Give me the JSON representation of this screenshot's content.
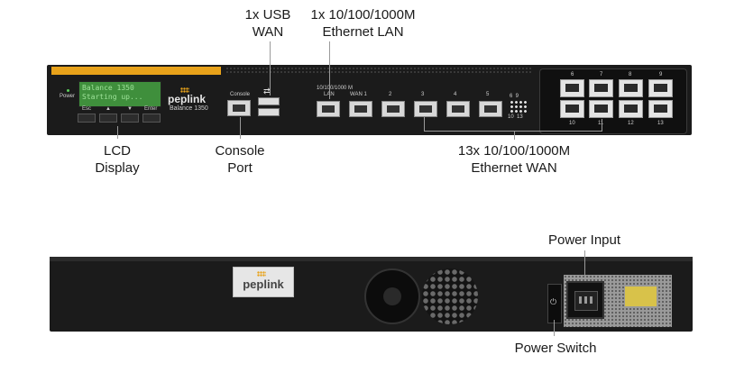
{
  "callouts": {
    "usb_wan": "1x USB\nWAN",
    "ethernet_lan": "1x 10/100/1000M\nEthernet LAN",
    "lcd_display": "LCD\nDisplay",
    "console_port": "Console\nPort",
    "ethernet_wan": "13x 10/100/1000M\nEthernet WAN",
    "power_input": "Power Input",
    "power_switch": "Power Switch"
  },
  "front_panel": {
    "brand": "peplink",
    "model": "Balance 1350",
    "power_label": "Power",
    "console_label": "Console",
    "lcd_line1": "Balance 1350",
    "lcd_line2": "Starting up...",
    "buttons": [
      "Esc",
      "▲",
      "▼",
      "Enter"
    ],
    "port_speed_label": "10/100/1000 M",
    "lan_label": "LAN",
    "wan_label": "WAN 1",
    "port_numbers": [
      "2",
      "3",
      "4",
      "5"
    ],
    "port_range_top": "6  9",
    "port_range_bottom": "10  13",
    "module_port_numbers_top": [
      "6",
      "7",
      "8",
      "9"
    ],
    "module_port_numbers_bottom": [
      "10",
      "11",
      "12",
      "13"
    ]
  },
  "rear_panel": {
    "brand": "peplink"
  },
  "colors": {
    "chassis": "#1b1b1b",
    "accent_stripe": "#e8a21a",
    "lcd_green": "#3f8f3c"
  }
}
